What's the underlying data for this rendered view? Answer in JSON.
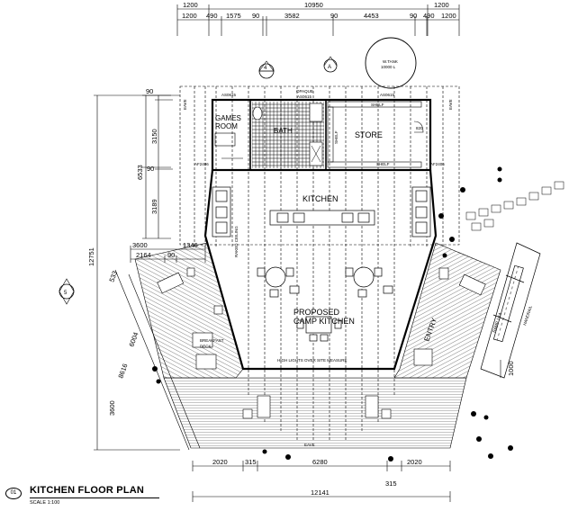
{
  "title_block": {
    "number": "01",
    "title": "KITCHEN FLOOR PLAN",
    "scale": "SCALE 1:100"
  },
  "dimensions": {
    "top_overall": "10950",
    "top_left_1": "1200",
    "top_right_1": "1200",
    "top_a": "1200",
    "top_b": "490",
    "top_c": "1575",
    "top_d": "90",
    "top_e": "3582",
    "top_f": "90",
    "top_g": "4453",
    "top_h": "90",
    "top_i": "490",
    "top_j": "1200",
    "left_overall": "12751",
    "left_6533": "6533",
    "left_3150": "3150",
    "left_3189": "3189",
    "left_90a": "90",
    "left_90b": "90",
    "left_3600a": "3600",
    "left_2164": "2164",
    "left_90c": "90",
    "left_1346": "1346",
    "left_533": "533",
    "left_6004": "6004",
    "left_8616": "8616",
    "left_3600b": "3600",
    "bottom_2020a": "2020",
    "bottom_315a": "315",
    "bottom_6280": "6280",
    "bottom_2020b": "2020",
    "bottom_315b": "315",
    "bottom_overall": "12141",
    "ramp_1000": "1000"
  },
  "rooms": {
    "games": "GAMES\nROOM",
    "bath": "BATH",
    "store": "STORE",
    "kitchen": "KITCHEN",
    "proposed": "PROPOSED\nCAMP KITCHEN",
    "entry": "ENTRY"
  },
  "tank": {
    "line1": "W.TANK",
    "line2": "10000 L"
  },
  "markers": {
    "section_a": "A",
    "section_4": "4",
    "section_5": "5"
  },
  "notes": {
    "eave_top_left": "EAVE",
    "eave_top_right": "EAVE",
    "eave_bottom": "EAVE",
    "opaque": "OPAQUE",
    "as0615_a": "AS0615",
    "as0615_b": "AS0615",
    "as0615_c": "AS0615",
    "shelf_a": "SHELF",
    "shelf_b": "SHELF",
    "shelf_c": "SHELF",
    "af2406_a": "AF2406",
    "af2406_b": "AF2406",
    "raked_ceiling": "RAKED CEILING",
    "high_lights": "HIGH LIGHTS OVER SITE MEASURE",
    "breakfast": "BREAKFAST\nDECK",
    "ramp": "RAMP 1:14",
    "handrail": "HANDRAIL",
    "tank_820": "820"
  }
}
